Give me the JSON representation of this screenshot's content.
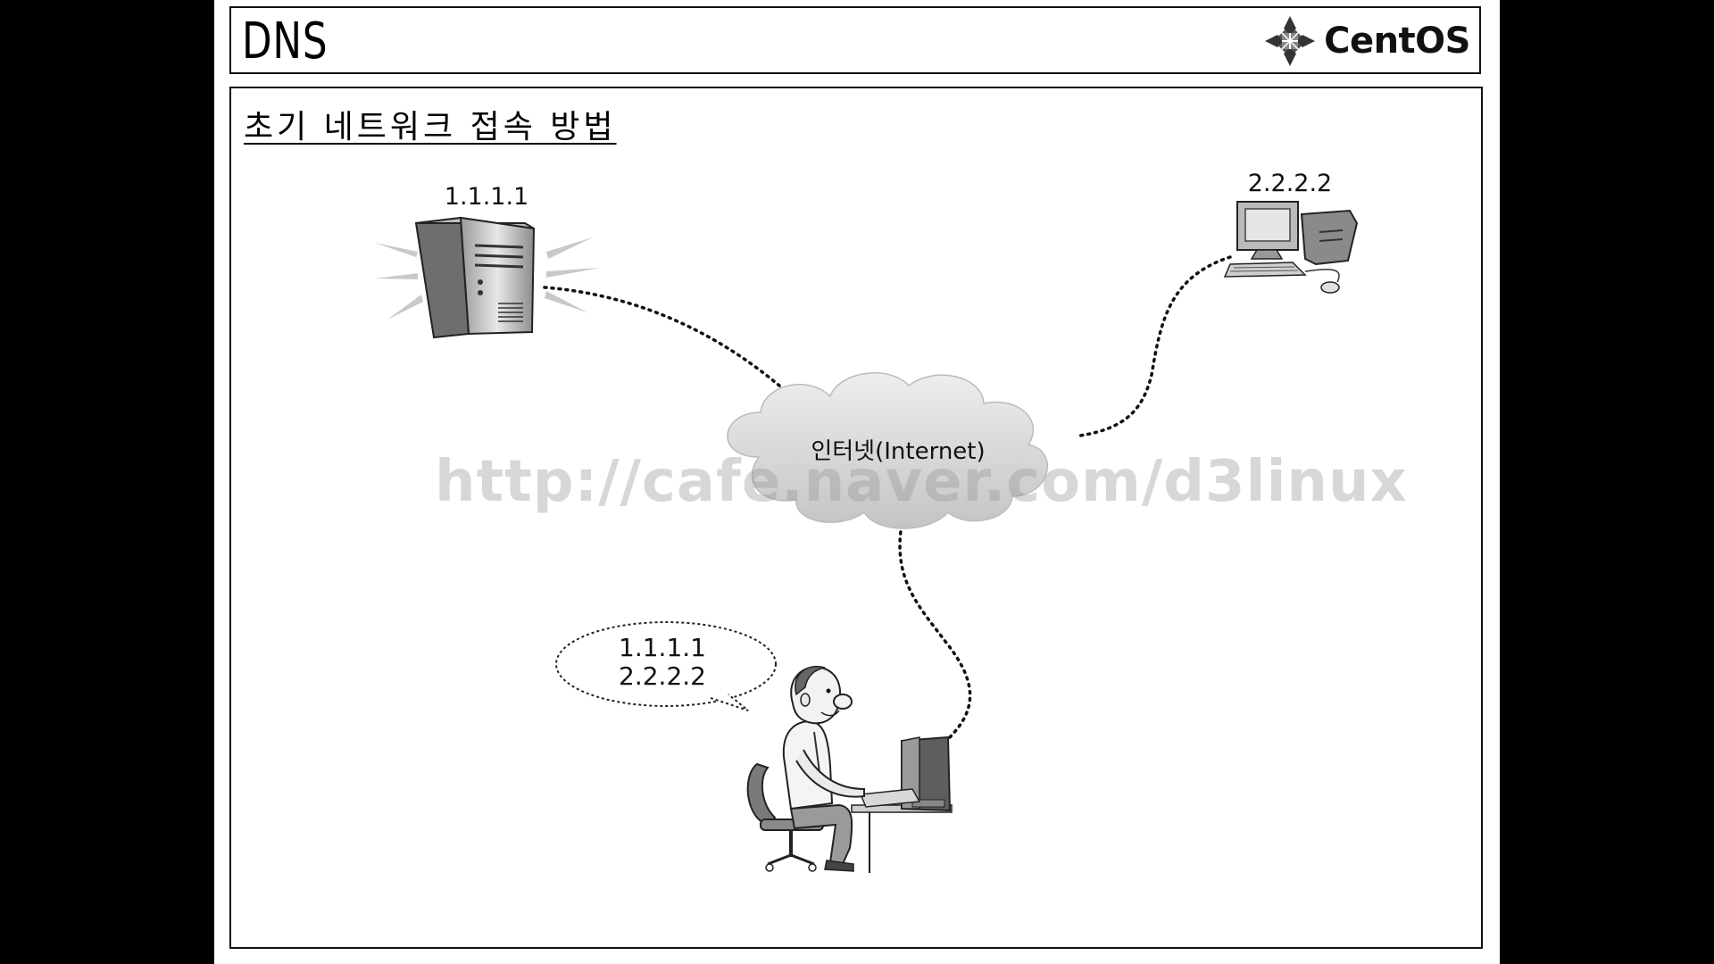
{
  "slide": {
    "title": "DNS",
    "logo_text": "CentOS",
    "logo_icon": "centos-logo-icon",
    "section_title": "초기 네트워크 접속 방법"
  },
  "diagram": {
    "nodes": {
      "server": {
        "label": "1.1.1.1",
        "icon": "server-tower-icon"
      },
      "desktop": {
        "label": "2.2.2.2",
        "icon": "desktop-computer-icon"
      },
      "internet": {
        "label": "인터넷(Internet)",
        "icon": "cloud-icon"
      },
      "user": {
        "icon": "person-at-computer-icon",
        "thought_lines": [
          "1.1.1.1",
          "2.2.2.2"
        ]
      }
    },
    "connections": [
      {
        "from": "server",
        "to": "internet",
        "style": "dotted"
      },
      {
        "from": "desktop",
        "to": "internet",
        "style": "dotted"
      },
      {
        "from": "user",
        "to": "internet",
        "style": "dotted"
      }
    ]
  },
  "watermark": "http://cafe.naver.com/d3linux",
  "colors": {
    "background_outer": "#000000",
    "slide": "#ffffff",
    "line": "#111111",
    "cloud": "#d8d8d8"
  }
}
